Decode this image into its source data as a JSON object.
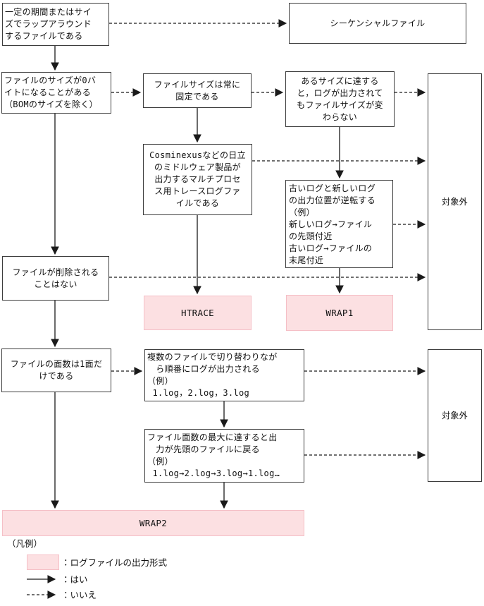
{
  "figure": {
    "boxes": {
      "wrap_around": "一定の期間またはサイ\nズでラップアラウンド\nするファイルである",
      "sequential": "シーケンシャルファイル",
      "zero_byte": "ファイルのサイズが0バ\nイトになることがある\n（BOMのサイズを除く）",
      "fixed_size": "ファイルサイズは常に\n固定である",
      "reach_size": "あるサイズに達する\nと，ログが出力されて\nもファイルサイズが変\nわらない",
      "cosminexus": "Cosminexusなどの日立\nのミドルウェア製品が\n出力するマルチプロセ\nス用トレースログファ\nイルである",
      "log_position": "古いログと新しいログ\nの出力位置が逆転する\n（例）\n新しいログ→ファイル\nの先頭付近\n古いログ→ファイルの\n末尾付近",
      "no_delete": "ファイルが削除される\nことはない",
      "excluded1": "対象外",
      "excluded2": "対象外",
      "htrace": "HTRACE",
      "wrap1": "WRAP1",
      "wrap2": "WRAP2",
      "single_face": "ファイルの面数は1面だ\nけである",
      "multi_file": "複数のファイルで切り替わりなが\n　ら順番にログが出力される\n（例）\n 1.log，2.log，3.log",
      "max_face": "ファイル面数の最大に達すると出\n　力が先頭のファイルに戻る\n（例）\n 1.log→2.log→3.log→1.log…"
    },
    "legend": {
      "title": "（凡例）",
      "pink_box_label": "：ログファイルの出力形式",
      "solid_arrow_label": "：はい",
      "dashed_arrow_label": "：いいえ"
    },
    "colors": {
      "pink_fill": "#fce0e2",
      "pink_border": "#f5bfc6",
      "box_border": "#3d3d3d",
      "line": "#1a1a1a",
      "text": "#111111"
    }
  }
}
